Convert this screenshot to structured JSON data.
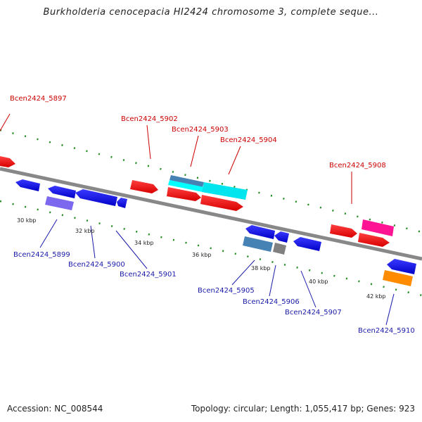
{
  "header": {
    "title": "Burkholderia cenocepacia HI2424 chromosome 3, complete seque..."
  },
  "footer": {
    "accession": "Accession: NC_008544",
    "summary": "Topology: circular; Length: 1,055,417 bp; Genes: 923"
  },
  "scale_labels": [
    "30 kbp",
    "32 kbp",
    "34 kbp",
    "36 kbp",
    "38 kbp",
    "40 kbp",
    "42 kbp"
  ],
  "gene_labels_top": [
    "Bcen2424_5897",
    "Bcen2424_5902",
    "Bcen2424_5903",
    "Bcen2424_5904",
    "Bcen2424_5908"
  ],
  "gene_labels_bottom": [
    "Bcen2424_5899",
    "Bcen2424_5900",
    "Bcen2424_5901",
    "Bcen2424_5905",
    "Bcen2424_5906",
    "Bcen2424_5907",
    "Bcen2424_5910"
  ],
  "colors": {
    "top_label": "#cc0000",
    "bottom_label": "#1a1aaa",
    "backbone": "#888888",
    "ticks": "#228b22"
  }
}
